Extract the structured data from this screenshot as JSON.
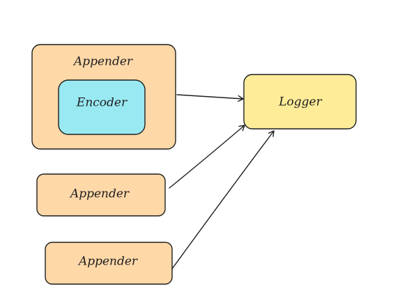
{
  "diagram": {
    "appender_with_encoder": {
      "label": "Appender",
      "fill": "#ffd8a8",
      "encoder": {
        "label": "Encoder",
        "fill": "#99e9f2"
      }
    },
    "appender_2": {
      "label": "Appender",
      "fill": "#ffd8a8"
    },
    "appender_3": {
      "label": "Appender",
      "fill": "#ffd8a8"
    },
    "logger": {
      "label": "Logger",
      "fill": "#ffec99"
    },
    "edges": [
      {
        "from": "appender_with_encoder",
        "to": "logger"
      },
      {
        "from": "appender_2",
        "to": "logger"
      },
      {
        "from": "appender_3",
        "to": "logger"
      }
    ],
    "stroke_color": "#1e1e1e"
  }
}
